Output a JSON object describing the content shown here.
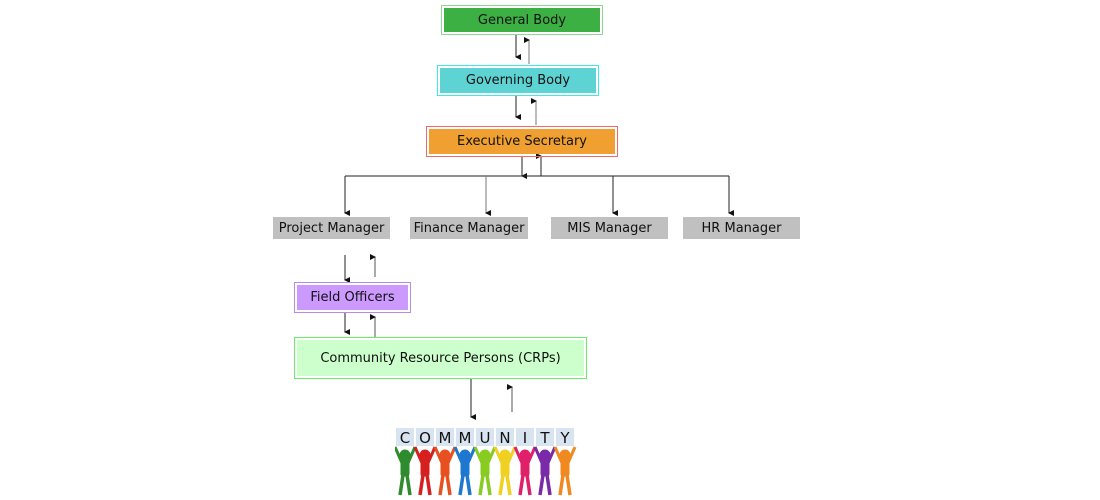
{
  "diagram": {
    "title": "Organizational Structure",
    "nodes": {
      "general_body": {
        "label": "General Body",
        "fill": "#3cb043",
        "border": "#7fd67f"
      },
      "governing_body": {
        "label": "Governing Body",
        "fill": "#5ed3d3",
        "border": "#46e6e6"
      },
      "executive_secretary": {
        "label": "Executive Secretary",
        "fill": "#f0a030",
        "border": "#f06060"
      },
      "project_manager": {
        "label": "Project Manager",
        "fill": "#c0c0c0"
      },
      "finance_manager": {
        "label": "Finance Manager",
        "fill": "#c0c0c0"
      },
      "mis_manager": {
        "label": "MIS Manager",
        "fill": "#c0c0c0"
      },
      "hr_manager": {
        "label": "HR Manager",
        "fill": "#c0c0c0"
      },
      "field_officers": {
        "label": "Field Officers",
        "fill": "#cc99ff",
        "border": "#b07ee0"
      },
      "crps": {
        "label": "Community Resource Persons (CRPs)",
        "fill": "#ccffcc",
        "border": "#66ee66"
      }
    },
    "community": {
      "letters": [
        "C",
        "O",
        "M",
        "M",
        "U",
        "N",
        "I",
        "T",
        "Y"
      ],
      "figure_colors": [
        "#2e8b2e",
        "#d62020",
        "#e85020",
        "#1e78d0",
        "#88cc22",
        "#f0d020",
        "#e0206a",
        "#7a2aa8",
        "#f08a20"
      ]
    },
    "edges": [
      {
        "from": "general_body",
        "to": "governing_body",
        "direction": "both"
      },
      {
        "from": "governing_body",
        "to": "executive_secretary",
        "direction": "both"
      },
      {
        "from": "executive_secretary",
        "to": "project_manager",
        "direction": "down"
      },
      {
        "from": "executive_secretary",
        "to": "finance_manager",
        "direction": "down"
      },
      {
        "from": "executive_secretary",
        "to": "mis_manager",
        "direction": "down"
      },
      {
        "from": "executive_secretary",
        "to": "hr_manager",
        "direction": "down"
      },
      {
        "from": "project_manager",
        "to": "field_officers",
        "direction": "both"
      },
      {
        "from": "field_officers",
        "to": "crps",
        "direction": "both"
      },
      {
        "from": "crps",
        "to": "community",
        "direction": "both"
      }
    ]
  }
}
